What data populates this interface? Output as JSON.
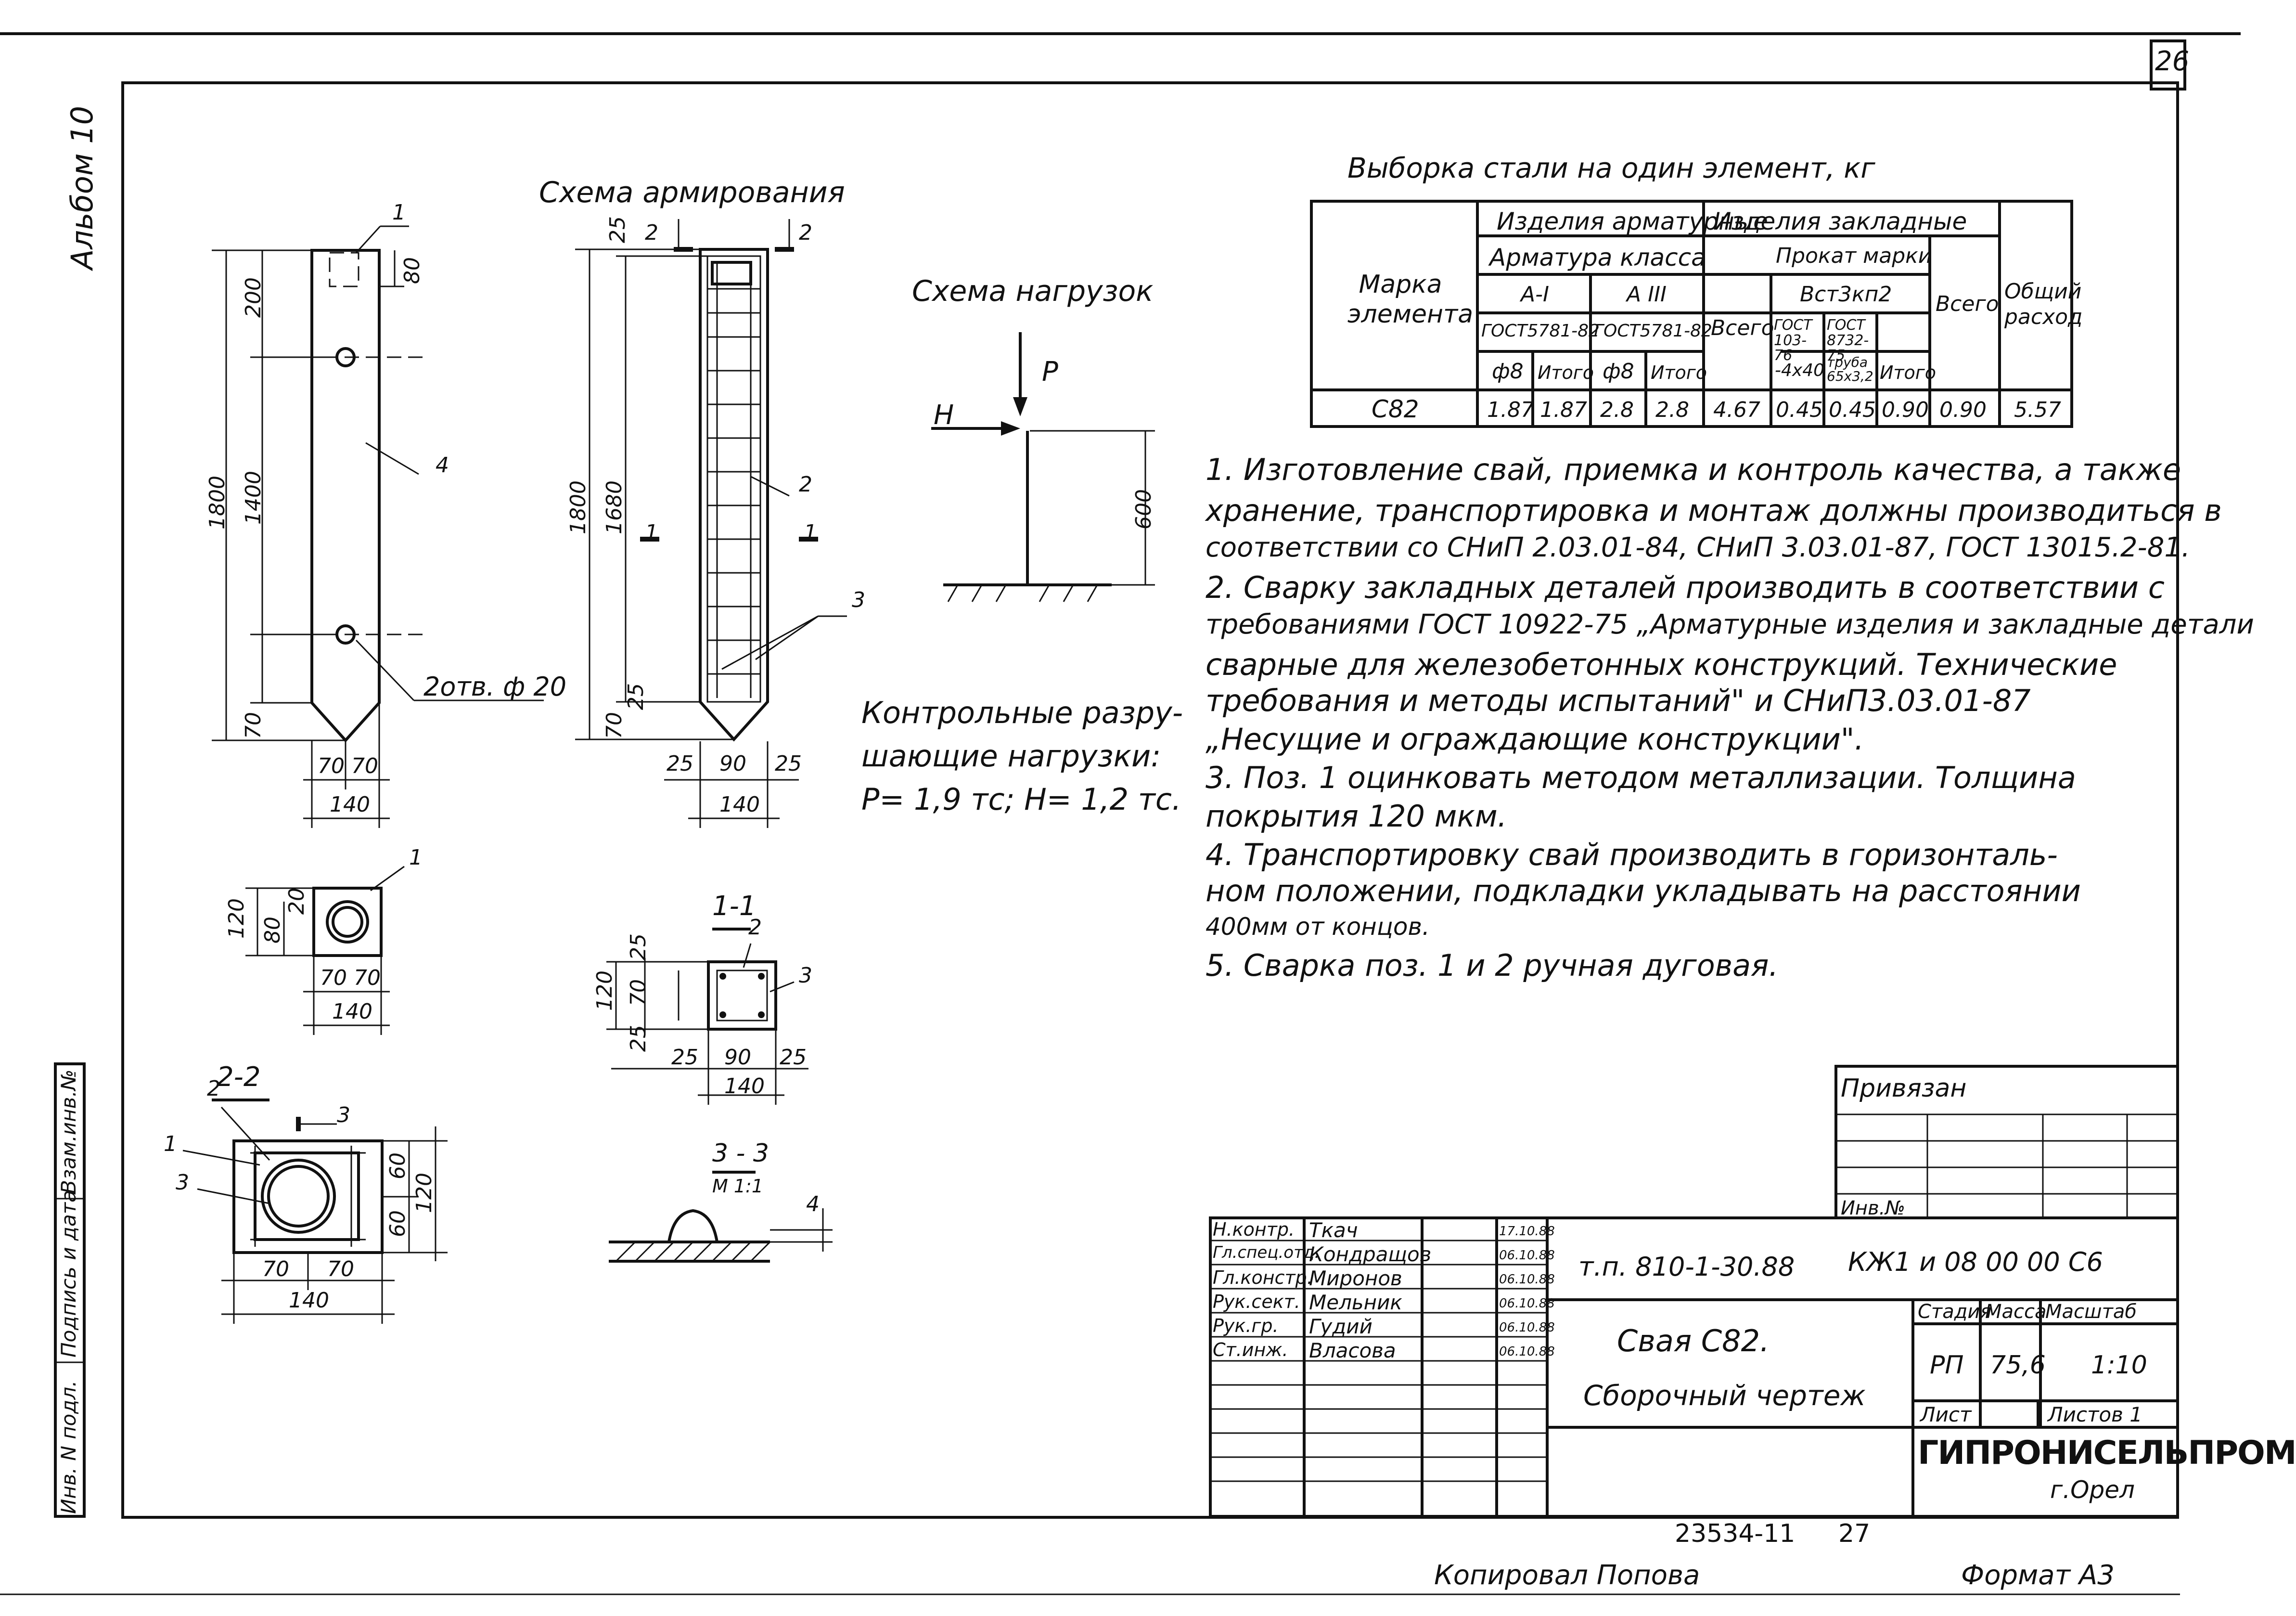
{
  "sheet_number": "26",
  "album": "Альбом 10",
  "sheet_side_labels": {
    "inv_podl": "Инв. N подл.",
    "podpis_data": "Подпись и дата",
    "vzam_inv": "Взам.инв.№"
  },
  "views": {
    "pile": {
      "dims": [
        "200",
        "1400",
        "1800",
        "70",
        "80",
        "70",
        "70",
        "140"
      ],
      "pos": [
        "1",
        "4"
      ],
      "holes": "2отв. ф 20"
    },
    "reinforcement": {
      "title": "Схема армирования",
      "dims": [
        "25",
        "1800",
        "1680",
        "70",
        "25",
        "25",
        "90",
        "25",
        "140"
      ],
      "pos": [
        "2",
        "2",
        "3"
      ],
      "cut_2": "2",
      "cut_1": "1"
    },
    "loads": {
      "title": "Схема нагрузок",
      "P": "P",
      "H": "H",
      "height": "600"
    },
    "control_loads": {
      "line1": "Контрольные разру-",
      "line2": "шающие нагрузки:",
      "line3": "P= 1,9 тс; H= 1,2 тс."
    },
    "top_view": {
      "dims": [
        "120",
        "80",
        "20",
        "70",
        "70",
        "140"
      ],
      "pos": "1"
    },
    "section_1_1": {
      "title": "1-1",
      "dims": [
        "25",
        "70",
        "120",
        "25",
        "25",
        "90",
        "25",
        "140"
      ],
      "pos": [
        "2",
        "3"
      ]
    },
    "section_2_2": {
      "title": "2-2",
      "dims": [
        "60",
        "60",
        "120",
        "70",
        "70",
        "140"
      ],
      "pos": [
        "2",
        "1",
        "3"
      ],
      "cut": "3"
    },
    "section_3_3": {
      "title": "3 - 3",
      "scale": "М 1:1",
      "dim": "4"
    }
  },
  "steel_table": {
    "title": "Выборка стали на один элемент, кг",
    "headers": {
      "mark": "Марка элемента",
      "armature_items": "Изделия арматурные",
      "embedded_items": "Изделия закладные",
      "armature_class": "Арматура класса",
      "a1": "А-I",
      "a3": "А III",
      "gost_a1": "ГОСТ5781-82",
      "gost_a3": "ГОСТ5781-82",
      "d8_a": "ф8",
      "total_a": "Итого",
      "d8_b": "ф8",
      "total_b": "Итого",
      "vsego": "Всего",
      "rolled": "Прокат марки",
      "steel": "Вст3кп2",
      "gost1": "ГОСТ 103-76",
      "gost2": "ГОСТ 8732-75",
      "sz1": "-4х40",
      "sz2": "труба 65х3,2",
      "total_c": "Итого",
      "vsego2": "Всего",
      "overall": "Общий расход"
    },
    "row": [
      "С82",
      "1.87",
      "1.87",
      "2.8",
      "2.8",
      "4.67",
      "0.45",
      "0.45",
      "0.90",
      "0.90",
      "5.57"
    ]
  },
  "notes": [
    "1. Изготовление свай, приемка и контроль качества, а также",
    "хранение, транспортировка и монтаж должны производиться в",
    "соответствии со СНиП 2.03.01-84, СНиП 3.03.01-87, ГОСТ 13015.2-81.",
    "2. Сварку закладных деталей производить в соответствии с",
    "требованиями ГОСТ 10922-75 „Арматурные изделия и закладные детали",
    "сварные для железобетонных конструкций. Технические",
    "требования и методы испытаний\" и СНиП3.03.01-87",
    "„Несущие и ограждающие конструкции\".",
    "3. Поз. 1 оцинковать методом металлизации. Толщина",
    "покрытия 120 мкм.",
    "4. Транспортировку свай производить в горизонталь-",
    "ном положении, подкладки укладывать на расстоянии",
    "400мм от концов.",
    "5. Сварка поз. 1 и 2 ручная дуговая."
  ],
  "privyazan": {
    "label": "Привязан",
    "inv": "Инв.№"
  },
  "title_block": {
    "signers": [
      {
        "role": "Н.контр.",
        "name": "Ткач",
        "date": "17.10.88"
      },
      {
        "role": "Гл.спец.отд.",
        "name": "Кондращов",
        "date": "06.10.88"
      },
      {
        "role": "Гл.констр.",
        "name": "Миронов",
        "date": "06.10.88"
      },
      {
        "role": "Рук.сект.",
        "name": "Мельник",
        "date": "06.10.88"
      },
      {
        "role": "Рук.гр.",
        "name": "Гудий",
        "date": "06.10.88"
      },
      {
        "role": "Ст.инж.",
        "name": "Власова",
        "date": "06.10.88"
      }
    ],
    "code": "т.п. 810-1-30.88",
    "doc_code": "КЖ1 и 08 00 00 С6",
    "name_line1": "Свая С82.",
    "name_line2": "Сборочный чертеж",
    "stage_label": "Стадия",
    "mass_label": "Масса",
    "scale_label": "Масштаб",
    "stage": "РП",
    "mass": "75,6",
    "scale": "1:10",
    "sheet_label": "Лист",
    "sheets_label": "Листов 1",
    "org": "ГИПРОНИСЕЛЬПРОМ",
    "city": "г.Орел"
  },
  "footer": {
    "archive": "23534-11",
    "page": "27",
    "copied": "Копировал Попова",
    "format": "Формат А3"
  }
}
